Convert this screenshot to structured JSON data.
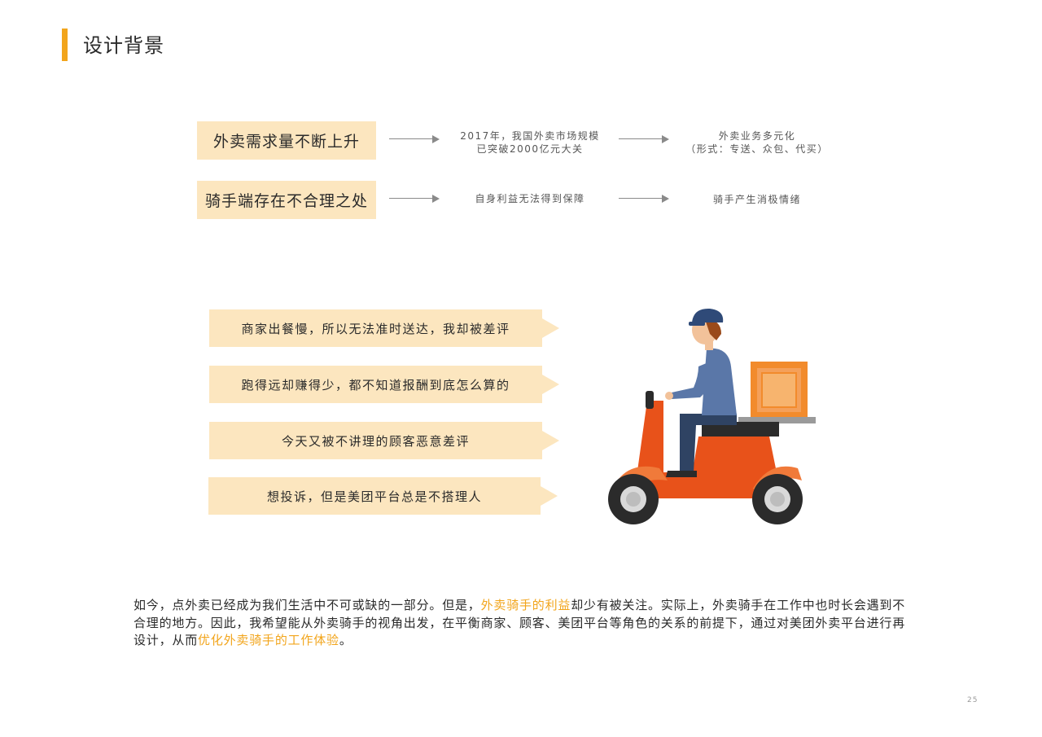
{
  "page": {
    "title": "设计背景",
    "number": "25"
  },
  "flow": {
    "rows": [
      {
        "cause": "外卖需求量不断上升",
        "middle_line1": "2017年，我国外卖市场规模",
        "middle_line2": "已突破2000亿元大关",
        "result_line1": "外卖业务多元化",
        "result_line2": "（形式：专送、众包、代买）"
      },
      {
        "cause": "骑手端存在不合理之处",
        "middle_line1": "自身利益无法得到保障",
        "result_line1": "骑手产生消极情绪"
      }
    ]
  },
  "quotes": [
    "商家出餐慢，所以无法准时送达，我却被差评",
    "跑得远却赚得少，都不知道报酬到底怎么算的",
    "今天又被不讲理的顾客恶意差评",
    "想投诉，但是美团平台总是不搭理人"
  ],
  "paragraph": {
    "part1": "如今，点外卖已经成为我们生活中不可或缺的一部分。但是，",
    "highlight1": "外卖骑手的利益",
    "part2": "却少有被关注。实际上，外卖骑手在工作中也时长会遇到不合理的地方。因此，我希望能从外卖骑手的视角出发，在平衡商家、顾客、美团平台等角色的关系的前提下，通过对美团外卖平台进行再设计，从而",
    "highlight2": "优化外卖骑手的工作体验",
    "part3": "。"
  },
  "colors": {
    "accent": "#f2a51c",
    "box_fill": "#fce6bf",
    "scooter_body": "#e8521a",
    "scooter_fender": "#f07a3a",
    "rider_jacket": "#5a77a8",
    "rider_pants": "#2f4363",
    "cap": "#2f4a78",
    "delivery_box": "#f28b2c"
  },
  "illustration": {
    "subject": "delivery-rider-on-scooter-icon"
  }
}
